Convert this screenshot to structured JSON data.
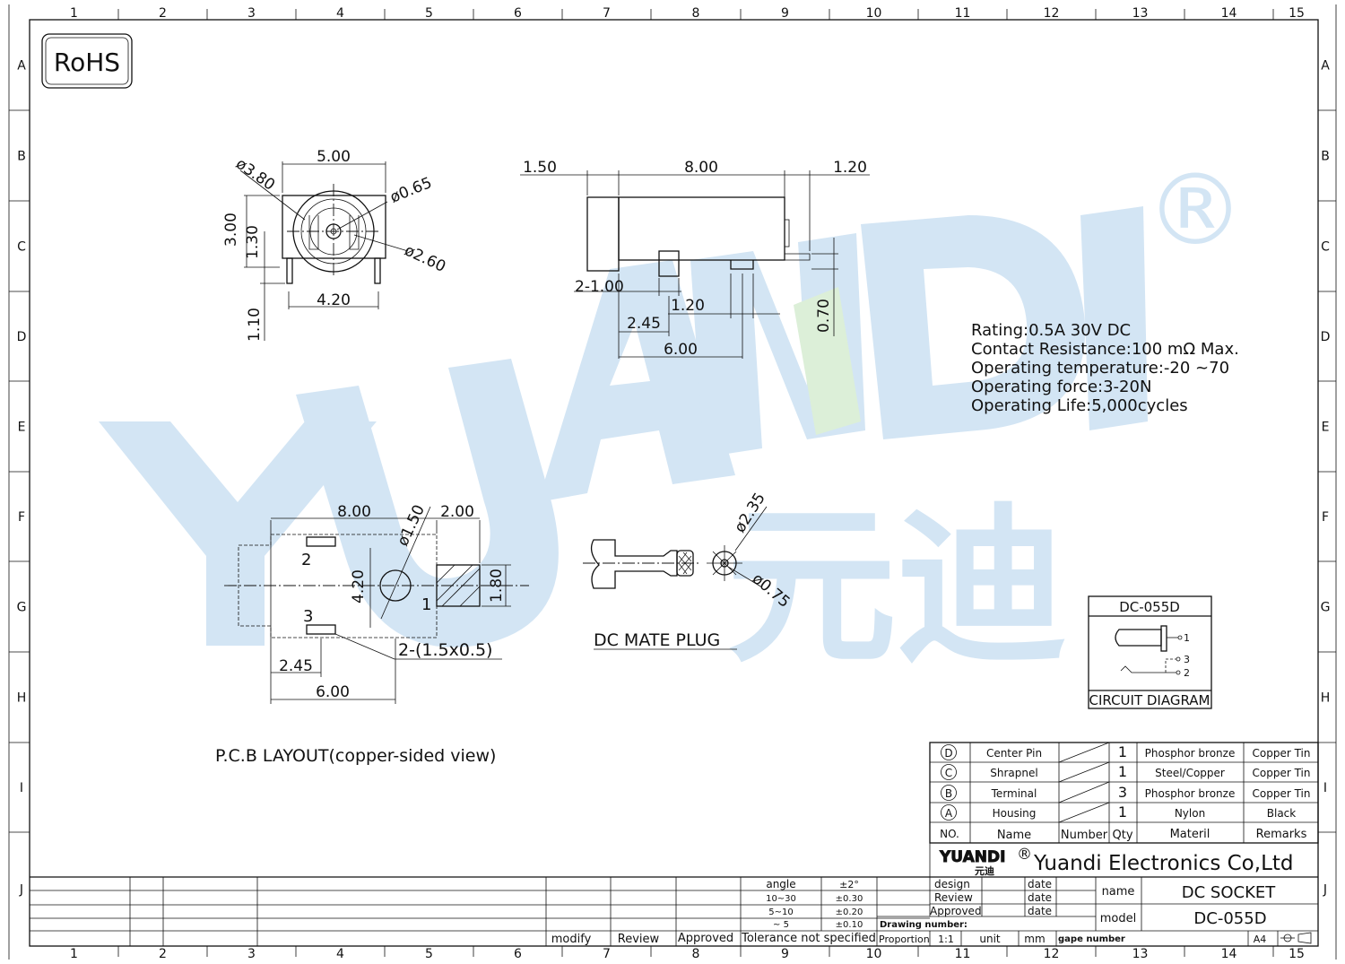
{
  "frame": {
    "columns": [
      "1",
      "2",
      "3",
      "4",
      "5",
      "6",
      "7",
      "8",
      "9",
      "10",
      "11",
      "12",
      "13",
      "14",
      "15"
    ],
    "rows": [
      "A",
      "B",
      "C",
      "D",
      "E",
      "F",
      "G",
      "H",
      "I",
      "J"
    ]
  },
  "rohs_label": "RoHS",
  "watermark": {
    "brand": "YUANDI",
    "chinese": "元迪",
    "registered": "®",
    "color": "#cfe2f3",
    "accent": "#d9efd9"
  },
  "front_view": {
    "width_top": "5.00",
    "dia_outer": "ø3.80",
    "dia_pin": "ø0.65",
    "dia_mid": "ø2.60",
    "height": "3.00",
    "center_height": "1.30",
    "pin_len": "1.10",
    "pin_span": "4.20"
  },
  "side_view": {
    "front_len": "1.50",
    "body_len": "8.00",
    "rear_len": "1.20",
    "pins_w": "2-1.00",
    "pin_w": "1.20",
    "pin_offset": "2.45",
    "pin_dist": "6.00",
    "pin_h": "0.70"
  },
  "specs": [
    "Rating:0.5A  30V  DC",
    "Contact  Resistance:100  mΩ  Max.",
    "Operating  temperature:-20   ~70",
    "Operating  force:3-20N",
    "Operating  Life:5,000cycles"
  ],
  "pcb": {
    "len": "8.00",
    "hole_dia": "ø1.50",
    "tab_len": "2.00",
    "height": "4.20",
    "tab_h": "1.80",
    "pad_off": "2.45",
    "pad_dist": "6.00",
    "slots": "2-(1.5x0.5)",
    "pin1": "1",
    "pin2": "2",
    "pin3": "3",
    "caption": "P.C.B  LAYOUT(copper-sided  view)"
  },
  "plug": {
    "dia_outer": "ø2.35",
    "dia_inner": "ø0.75",
    "caption": "DC  MATE  PLUG"
  },
  "circuit": {
    "title": "DC-055D",
    "p1": "1",
    "p2": "2",
    "p3": "3",
    "caption": "CIRCUIT  DIAGRAM"
  },
  "bom": {
    "rows": [
      {
        "no": "D",
        "name": "Center Pin",
        "qty": "1",
        "material": "Phosphor bronze",
        "remarks": "Copper Tin"
      },
      {
        "no": "C",
        "name": "Shrapnel",
        "qty": "1",
        "material": "Steel/Copper",
        "remarks": "Copper Tin"
      },
      {
        "no": "B",
        "name": "Terminal",
        "qty": "3",
        "material": "Phosphor bronze",
        "remarks": "Copper Tin"
      },
      {
        "no": "A",
        "name": "Housing",
        "qty": "1",
        "material": "Nylon",
        "remarks": "Black"
      }
    ],
    "headers": {
      "no": "NO.",
      "name": "Name",
      "number": "Number",
      "qty": "Qty",
      "material": "Materil",
      "remarks": "Remarks"
    }
  },
  "title_block": {
    "logo": "YUANDI",
    "logo_cn": "元迪",
    "reg": "®",
    "company": "Yuandi Electronics Co,Ltd",
    "design": "design",
    "review": "Review",
    "approved": "Approved",
    "date": "date",
    "drawing_number": "Drawing number:",
    "name_label": "name",
    "name_value": "DC  SOCKET",
    "model_label": "model",
    "model_value": "DC-055D",
    "proportion": "Proportion",
    "scale": "1:1",
    "unit": "unit",
    "mm": "mm",
    "gape_number": "gape number",
    "size": "A4",
    "tolerance": {
      "angle": "angle",
      "angle_v": "±2°",
      "r1": "10~30",
      "r1_v": "±0.30",
      "r2": "5~10",
      "r2_v": "±0.20",
      "r3": "~ 5",
      "r3_v": "±0.10",
      "note": "Tolerance  not  specified"
    },
    "revision": {
      "modify": "modify",
      "review": "Review",
      "approved": "Approved"
    }
  }
}
